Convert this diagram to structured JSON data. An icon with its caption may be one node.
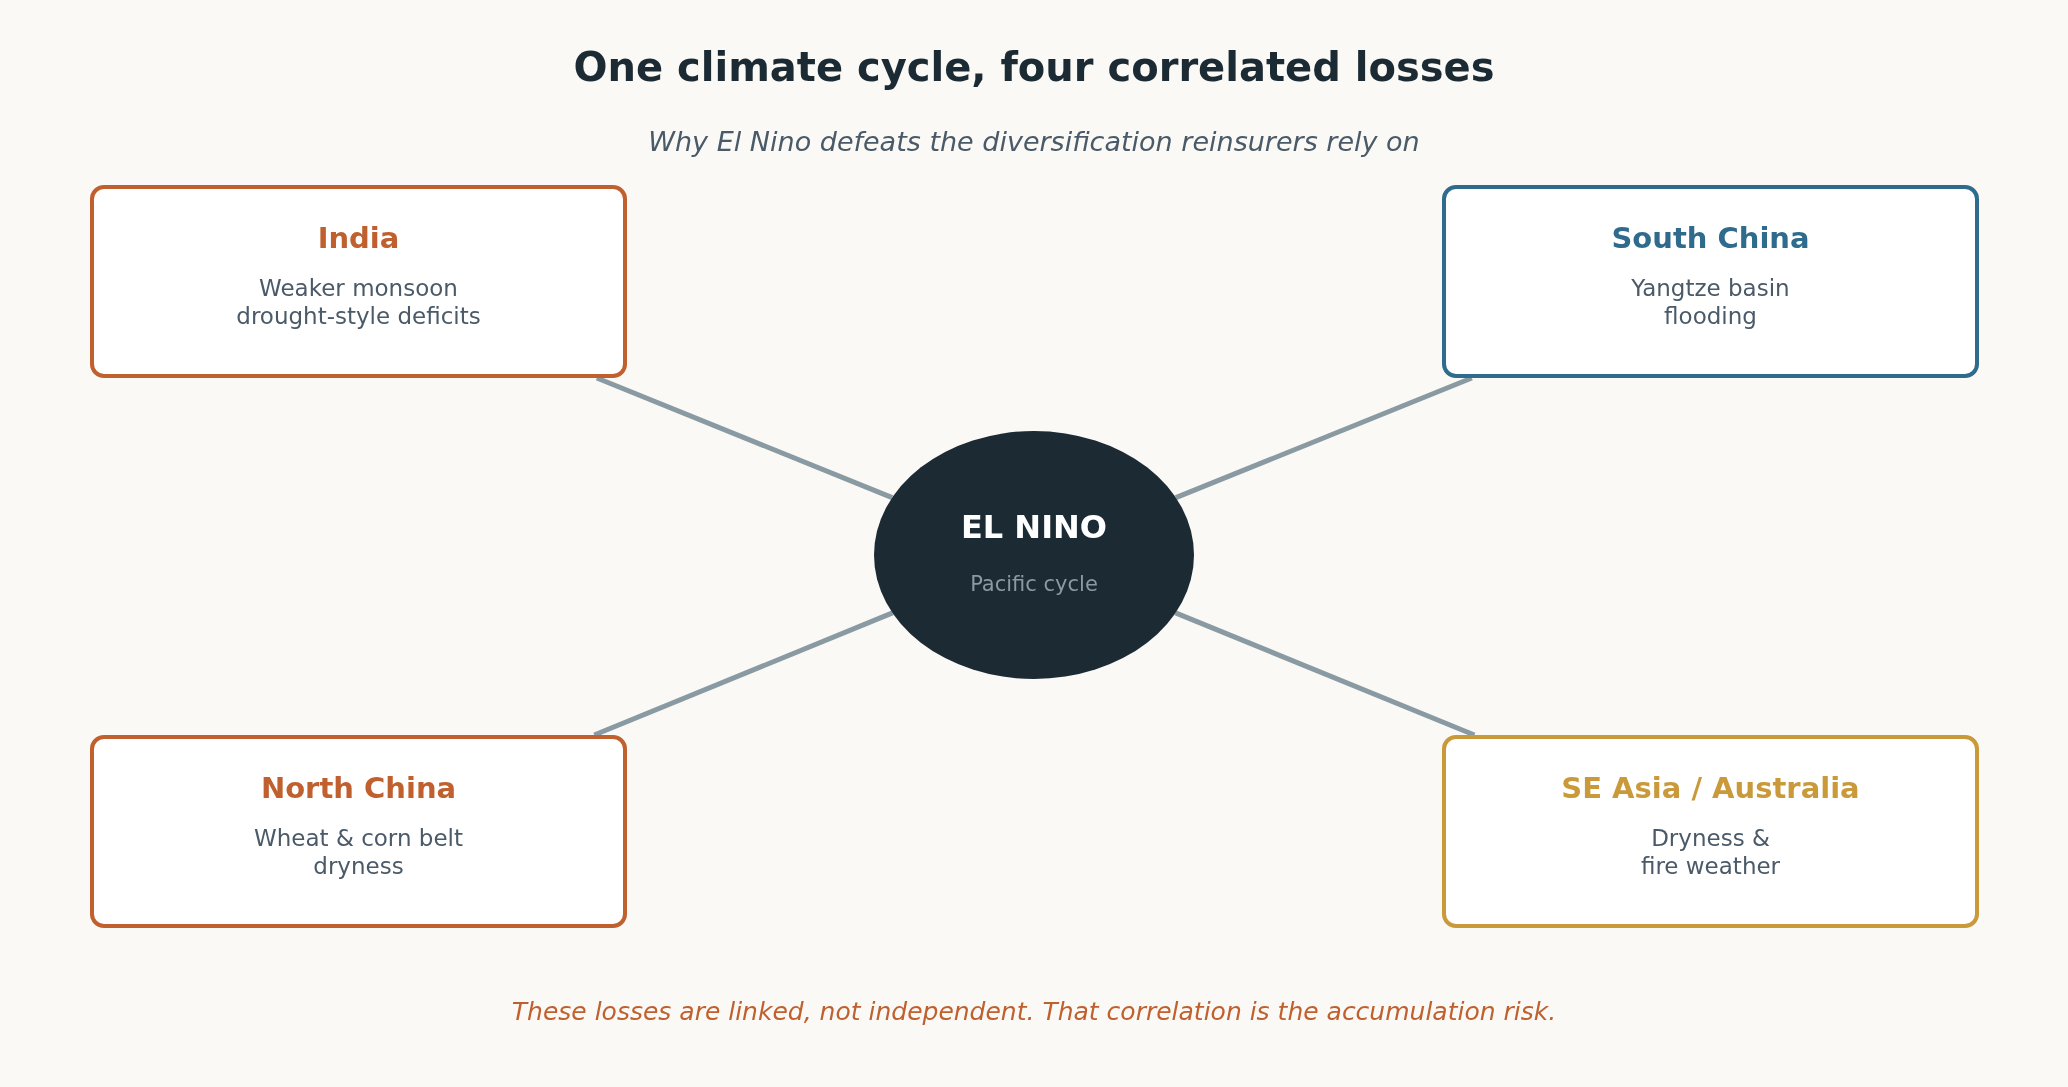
{
  "diagram": {
    "title": "One climate cycle, four correlated losses",
    "caption": "These losses are linked, not independent. That correlation is the accumulation risk.",
    "labels": [
      "Why El Nino defeats the diversification reinsurers rely on"
    ],
    "nodes": [
      {
        "text": [
          "India",
          "Weaker monsoon drought-style deficits"
        ]
      },
      {
        "text": [
          "South China",
          "Yangtze basin flooding"
        ]
      },
      {
        "text": [
          "EL NINO",
          "Pacific cycle"
        ]
      },
      {
        "text": [
          "North China",
          "Wheat & corn belt dryness"
        ]
      },
      {
        "text": [
          "SE Asia / Australia",
          "Dryness & fire weather"
        ]
      }
    ],
    "edges": [
      {
        "from": 2,
        "to": 0,
        "arrow": "none"
      },
      {
        "from": 2,
        "to": 1,
        "arrow": "none"
      },
      {
        "from": 2,
        "to": 3,
        "arrow": "none"
      },
      {
        "from": 2,
        "to": 4,
        "arrow": "none"
      }
    ]
  }
}
